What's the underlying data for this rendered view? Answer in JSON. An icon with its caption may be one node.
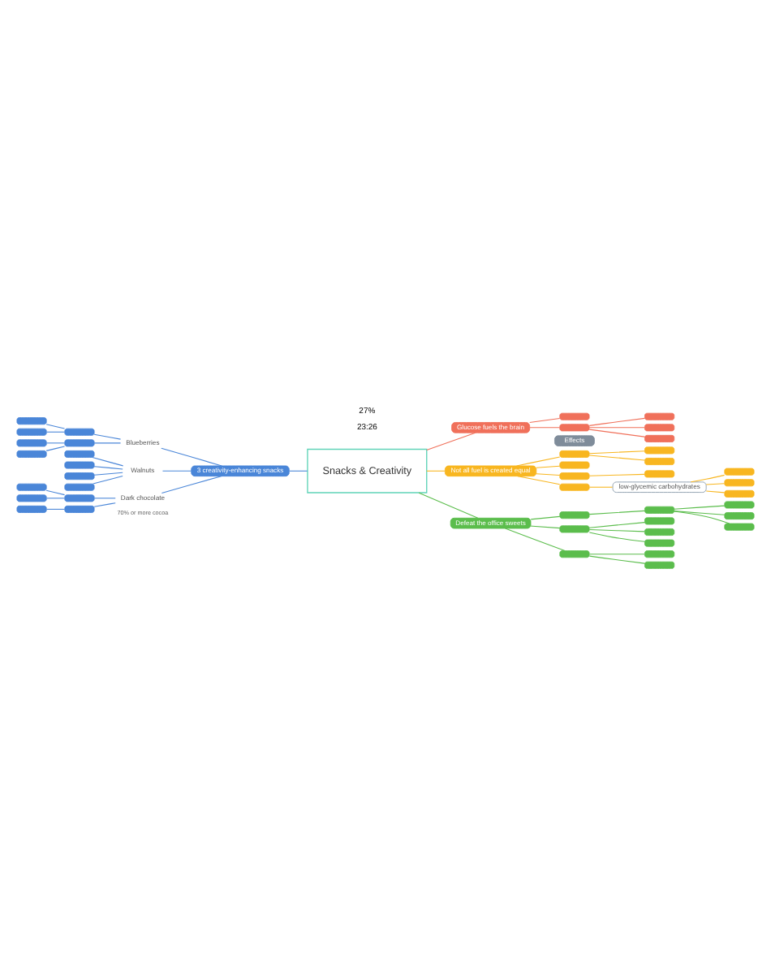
{
  "diagram": {
    "nodes": [
      {
        "text": [
          "Snacks & Creativity"
        ]
      },
      {
        "text": [
          "3 creativity-enhancing snacks"
        ]
      },
      {
        "text": [
          "Blueberries"
        ]
      },
      {
        "text": [
          "Walnuts"
        ]
      },
      {
        "text": [
          "Dark chocolate"
        ],
        "beside": [
          "70% or more cocoa"
        ]
      },
      {
        "text": [],
        "shape": "box"
      },
      {
        "text": [],
        "shape": "box"
      },
      {
        "text": [],
        "shape": "box"
      },
      {
        "text": [],
        "shape": "box"
      },
      {
        "text": [],
        "shape": "box"
      },
      {
        "text": [],
        "shape": "box"
      },
      {
        "text": [],
        "shape": "box"
      },
      {
        "text": [],
        "shape": "box"
      },
      {
        "text": [],
        "shape": "box"
      },
      {
        "text": [],
        "shape": "box"
      },
      {
        "text": [],
        "shape": "box"
      },
      {
        "text": [],
        "shape": "box"
      },
      {
        "text": [],
        "shape": "box"
      },
      {
        "text": [],
        "shape": "box"
      },
      {
        "text": [],
        "shape": "box"
      },
      {
        "text": [
          "Glucose fuels the brain"
        ]
      },
      {
        "text": [],
        "shape": "box"
      },
      {
        "text": [],
        "shape": "box"
      },
      {
        "text": [],
        "shape": "box"
      },
      {
        "text": [],
        "shape": "box"
      },
      {
        "text": [],
        "shape": "box"
      },
      {
        "text": [
          "Not all fuel is created equal"
        ]
      },
      {
        "text": [
          "Effects"
        ]
      },
      {
        "text": [],
        "shape": "box"
      },
      {
        "text": [],
        "shape": "box"
      },
      {
        "text": [],
        "shape": "box"
      },
      {
        "text": [],
        "shape": "box"
      },
      {
        "text": [],
        "shape": "box"
      },
      {
        "text": [],
        "shape": "box"
      },
      {
        "text": [],
        "shape": "box"
      },
      {
        "text": [
          "low-glycemic carbohydrates"
        ]
      },
      {
        "text": [],
        "shape": "box"
      },
      {
        "text": [],
        "shape": "box"
      },
      {
        "text": [],
        "shape": "box"
      },
      {
        "text": [
          "Defeat the office sweets"
        ]
      },
      {
        "text": [],
        "shape": "box"
      },
      {
        "text": [],
        "shape": "box"
      },
      {
        "text": [],
        "shape": "box"
      },
      {
        "text": [],
        "shape": "box"
      },
      {
        "text": [],
        "shape": "box"
      },
      {
        "text": [],
        "shape": "box"
      },
      {
        "text": [],
        "shape": "box"
      },
      {
        "text": [],
        "shape": "box"
      },
      {
        "text": [],
        "shape": "box"
      },
      {
        "text": [],
        "shape": "box"
      },
      {
        "text": [],
        "shape": "box"
      },
      {
        "text": [],
        "shape": "box"
      }
    ],
    "edges": [
      {
        "from": 0,
        "to": 1,
        "arrow": "none",
        "color": "#4a86d8"
      },
      {
        "from": 1,
        "to": 2,
        "arrow": "none",
        "color": "#4a86d8"
      },
      {
        "from": 1,
        "to": 3,
        "arrow": "none",
        "color": "#4a86d8"
      },
      {
        "from": 1,
        "to": 4,
        "arrow": "none",
        "color": "#4a86d8"
      },
      {
        "from": 2,
        "to": 5,
        "arrow": "none",
        "color": "#4a86d8"
      },
      {
        "from": 2,
        "to": 6,
        "arrow": "none",
        "color": "#4a86d8"
      },
      {
        "from": 5,
        "to": 7,
        "arrow": "none",
        "color": "#4a86d8"
      },
      {
        "from": 5,
        "to": 8,
        "arrow": "none",
        "color": "#4a86d8"
      },
      {
        "from": 6,
        "to": 9,
        "arrow": "none",
        "color": "#4a86d8"
      },
      {
        "from": 6,
        "to": 10,
        "arrow": "none",
        "color": "#4a86d8"
      },
      {
        "from": 3,
        "to": 11,
        "arrow": "none",
        "color": "#4a86d8"
      },
      {
        "from": 3,
        "to": 12,
        "arrow": "none",
        "color": "#4a86d8"
      },
      {
        "from": 3,
        "to": 13,
        "arrow": "none",
        "color": "#4a86d8"
      },
      {
        "from": 3,
        "to": 14,
        "arrow": "none",
        "color": "#4a86d8"
      },
      {
        "from": 4,
        "to": 15,
        "arrow": "none",
        "color": "#4a86d8"
      },
      {
        "from": 4,
        "to": 16,
        "arrow": "none",
        "color": "#4a86d8"
      },
      {
        "from": 15,
        "to": 17,
        "arrow": "none",
        "color": "#4a86d8"
      },
      {
        "from": 15,
        "to": 18,
        "arrow": "none",
        "color": "#4a86d8"
      },
      {
        "from": 16,
        "to": 19,
        "arrow": "none",
        "color": "#4a86d8"
      },
      {
        "from": 0,
        "to": 20,
        "arrow": "none",
        "color": "#f0705a"
      },
      {
        "from": 20,
        "to": 21,
        "arrow": "none",
        "color": "#f0705a"
      },
      {
        "from": 20,
        "to": 22,
        "arrow": "none",
        "color": "#f0705a"
      },
      {
        "from": 22,
        "to": 23,
        "arrow": "none",
        "color": "#f0705a"
      },
      {
        "from": 22,
        "to": 24,
        "arrow": "none",
        "color": "#f0705a"
      },
      {
        "from": 22,
        "to": 25,
        "arrow": "none",
        "color": "#f0705a"
      },
      {
        "from": 0,
        "to": 26,
        "arrow": "none",
        "color": "#f8b620"
      },
      {
        "from": 26,
        "to": 28,
        "arrow": "none",
        "color": "#f8b620"
      },
      {
        "from": 26,
        "to": 29,
        "arrow": "none",
        "color": "#f8b620"
      },
      {
        "from": 26,
        "to": 30,
        "arrow": "none",
        "color": "#f8b620"
      },
      {
        "from": 26,
        "to": 31,
        "arrow": "none",
        "color": "#f8b620"
      },
      {
        "from": 28,
        "to": 32,
        "arrow": "none",
        "color": "#f8b620"
      },
      {
        "from": 28,
        "to": 33,
        "arrow": "none",
        "color": "#f8b620"
      },
      {
        "from": 30,
        "to": 34,
        "arrow": "none",
        "color": "#f8b620"
      },
      {
        "from": 31,
        "to": 35,
        "arrow": "none",
        "color": "#f8b620"
      },
      {
        "from": 35,
        "to": 36,
        "arrow": "none",
        "color": "#f8b620"
      },
      {
        "from": 35,
        "to": 37,
        "arrow": "none",
        "color": "#f8b620"
      },
      {
        "from": 35,
        "to": 38,
        "arrow": "none",
        "color": "#f8b620"
      },
      {
        "from": 0,
        "to": 39,
        "arrow": "none",
        "color": "#5bbd4c"
      },
      {
        "from": 39,
        "to": 40,
        "arrow": "none",
        "color": "#5bbd4c"
      },
      {
        "from": 39,
        "to": 41,
        "arrow": "none",
        "color": "#5bbd4c"
      },
      {
        "from": 39,
        "to": 42,
        "arrow": "none",
        "color": "#5bbd4c"
      },
      {
        "from": 40,
        "to": 43,
        "arrow": "none",
        "color": "#5bbd4c"
      },
      {
        "from": 43,
        "to": 44,
        "arrow": "none",
        "color": "#5bbd4c"
      },
      {
        "from": 43,
        "to": 45,
        "arrow": "none",
        "color": "#5bbd4c"
      },
      {
        "from": 43,
        "to": 46,
        "arrow": "none",
        "color": "#5bbd4c"
      },
      {
        "from": 41,
        "to": 47,
        "arrow": "none",
        "color": "#5bbd4c"
      },
      {
        "from": 41,
        "to": 48,
        "arrow": "none",
        "color": "#5bbd4c"
      },
      {
        "from": 41,
        "to": 49,
        "arrow": "none",
        "color": "#5bbd4c"
      },
      {
        "from": 42,
        "to": 50,
        "arrow": "none",
        "color": "#5bbd4c"
      },
      {
        "from": 42,
        "to": 51,
        "arrow": "none",
        "color": "#5bbd4c"
      }
    ],
    "labels": [
      "23:26",
      "27%"
    ]
  }
}
